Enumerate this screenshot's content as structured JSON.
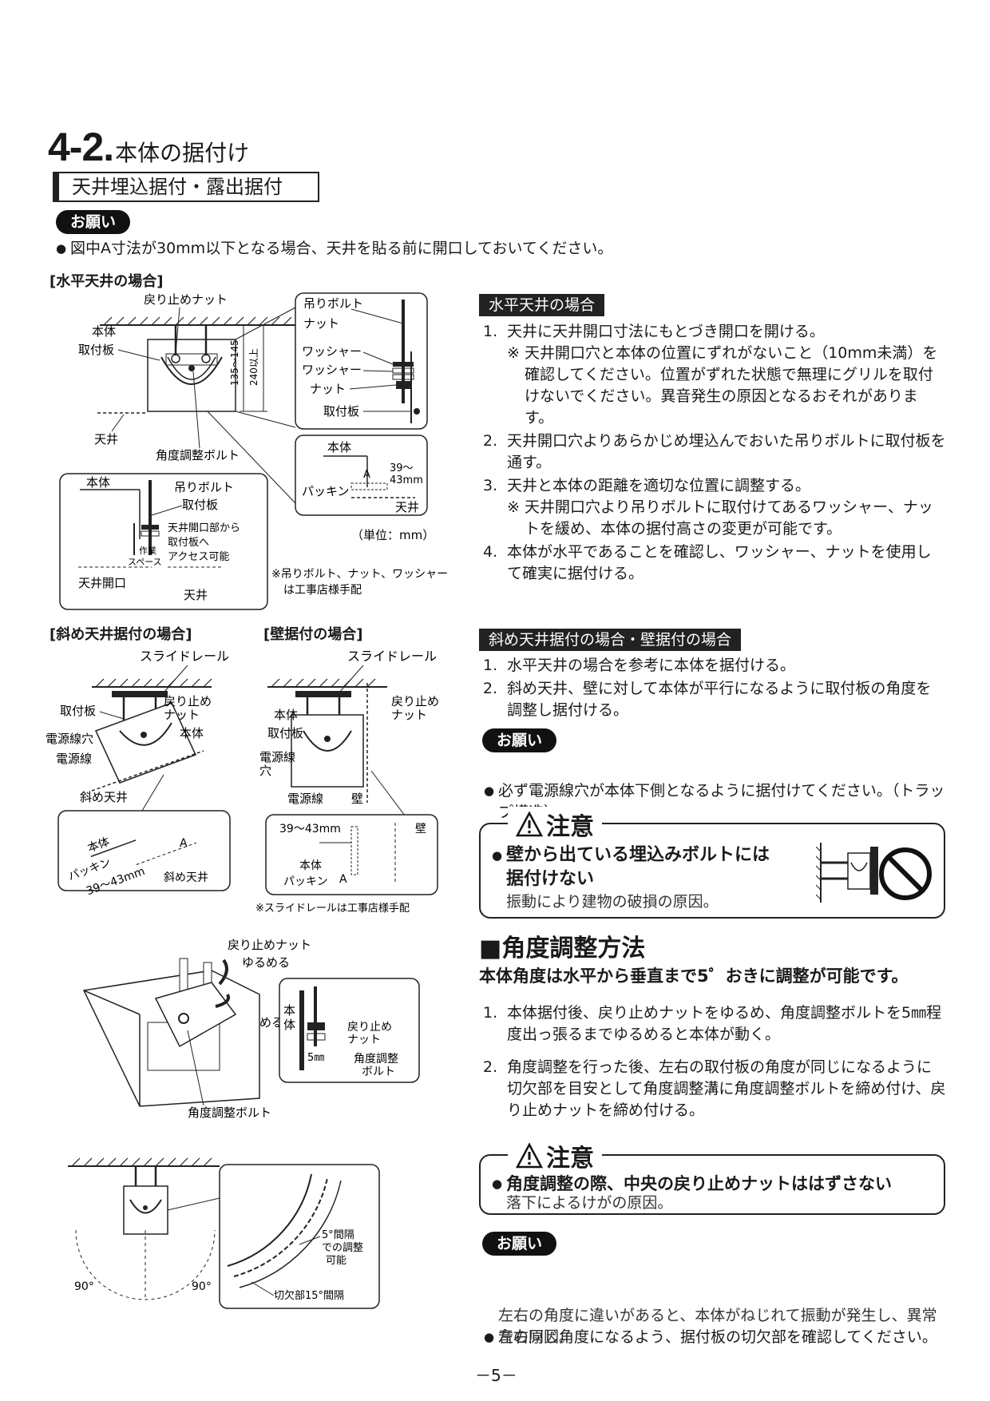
{
  "section": {
    "number": "4-2.",
    "title": "本体の据付け"
  },
  "subtitle": "天井埋込据付・露出据付",
  "onegai_label": "お願い",
  "intro_note": "図中A寸法が30mm以下となる場合、天井を貼る前に開口しておいてください。",
  "fig_horizontal": {
    "caption": "[水平天井の場合]",
    "labels": {
      "nut_stop": "戻り止めナット",
      "body": "本体",
      "mount_plate": "取付板",
      "ceiling": "天井",
      "angle_bolt": "角度調整ボルト",
      "dim_range": "135〜145",
      "dim_240": "240以上",
      "hang_bolt": "吊りボルト",
      "nut": "ナット",
      "washer": "ワッシャー",
      "washer2": "ワッシャー",
      "nut2": "ナット",
      "mount_plate2": "取付板",
      "detail_body": "本体",
      "packing": "パッキン",
      "dim_a": "A",
      "dim_39_43": "39〜",
      "dim_43mm": "43mm",
      "detail_ceiling": "天井",
      "unit": "（単位：mm）",
      "note_supply": "※吊りボルト、ナット、ワッシャー",
      "note_supply2": "は工事店様手配",
      "inset_body": "本体",
      "inset_hang_bolt": "吊りボルト",
      "inset_mount": "取付板",
      "access1": "天井開口部から",
      "access2": "取付板へ",
      "access3": "アクセス可能",
      "space1": "作業",
      "space2": "スペース",
      "opening": "天井開口",
      "inset_ceiling": "天井"
    }
  },
  "right_horizontal": {
    "label": "水平天井の場合",
    "steps": [
      {
        "n": "1.",
        "text": "天井に天井開口寸法にもとづき開口を開ける。",
        "notes": [
          "天井開口穴と本体の位置にずれがないこと（10mm未満）を確認してください。位置がずれた状態で無理にグリルを取付けないでください。異音発生の原因となるおそれがあります。"
        ]
      },
      {
        "n": "2.",
        "text": "天井開口穴よりあらかじめ埋込んでおいた吊りボルトに取付板を通す。",
        "notes": []
      },
      {
        "n": "3.",
        "text": "天井と本体の距離を適切な位置に調整する。",
        "notes": [
          "天井開口穴より吊りボルトに取付けてあるワッシャー、ナットを緩め、本体の据付高さの変更が可能です。"
        ]
      },
      {
        "n": "4.",
        "text": "本体が水平であることを確認し、ワッシャー、ナットを使用して確実に据付ける。",
        "notes": []
      }
    ],
    "note_mark": "※"
  },
  "fig_slant": {
    "caption": "[斜め天井据付の場合]",
    "labels": {
      "rail": "スライドレール",
      "mount": "取付板",
      "nut_stop1": "戻り止め",
      "nut_stop2": "ナット",
      "body": "本体",
      "power_hole": "電源線穴",
      "power": "電源線",
      "slant_ceiling": "斜め天井",
      "d_body": "本体",
      "d_packing": "パッキン",
      "d_dim": "39〜43mm",
      "d_a": "A",
      "d_ceiling": "斜め天井"
    }
  },
  "fig_wall": {
    "caption": "[壁据付の場合]",
    "labels": {
      "rail": "スライドレール",
      "body": "本体",
      "mount": "取付板",
      "nut_stop1": "戻り止め",
      "nut_stop2": "ナット",
      "power_hole1": "電源線",
      "power_hole2": "穴",
      "power": "電源線",
      "wall": "壁",
      "d_dim": "39〜43mm",
      "d_wall": "壁",
      "d_body": "本体",
      "d_packing": "パッキン",
      "d_a": "A",
      "note": "※スライドレールは工事店様手配"
    }
  },
  "right_slant": {
    "label": "斜め天井据付の場合・壁据付の場合",
    "steps": [
      {
        "n": "1.",
        "text": "水平天井の場合を参考に本体を据付ける。"
      },
      {
        "n": "2.",
        "text": "斜め天井、壁に対して本体が平行になるように取付板の角度を調整し据付ける。"
      }
    ],
    "onegai_text": "必ず電源線穴が本体下側となるように据付けてください。（トラップ構造）"
  },
  "caution1": {
    "head": "注意",
    "bold1": "壁から出ている埋込みボルトには",
    "bold2": "据付けない",
    "sub": "振動により建物の破損の原因。"
  },
  "angle": {
    "heading": "■角度調整方法",
    "lead": "本体角度は水平から垂直まで5゜おきに調整が可能です。",
    "steps": [
      {
        "n": "1.",
        "text": "本体据付後、戻り止めナットをゆるめ、角度調整ボルトを5㎜程度出っ張るまでゆるめると本体が動く。"
      },
      {
        "n": "2.",
        "text": "角度調整を行った後、左右の取付板の角度が同じになるように切欠部を目安として角度調整溝に角度調整ボルトを締め付け、戻り止めナットを締め付ける。"
      }
    ]
  },
  "fig_angle": {
    "labels": {
      "nut_stop": "戻り止めナット",
      "loosen1": "ゆるめる",
      "loosen2": "ゆるめる",
      "angle_bolt": "角度調整ボルト",
      "body1": "本",
      "body2": "体",
      "nut_stop1": "戻り止め",
      "nut_stop2": "ナット",
      "mm5": "5㎜",
      "angle_bolt1": "角度調整",
      "angle_bolt2": "ボルト",
      "deg90a": "90°",
      "deg90b": "90°",
      "step1": "5°間隔",
      "step2": "での調整",
      "step3": "可能",
      "notch": "切欠部15°間隔"
    }
  },
  "caution2": {
    "head": "注意",
    "bold": "角度調整の際、中央の戻り止めナットははずさない",
    "sub": "落下によるけがの原因。"
  },
  "final_onegai": {
    "text": "左右同じ角度になるよう、据付板の切欠部を確認してください。",
    "sub": "左右の角度に違いがあると、本体がねじれて振動が発生し、異常音の原因。"
  },
  "page_number": "－5－"
}
